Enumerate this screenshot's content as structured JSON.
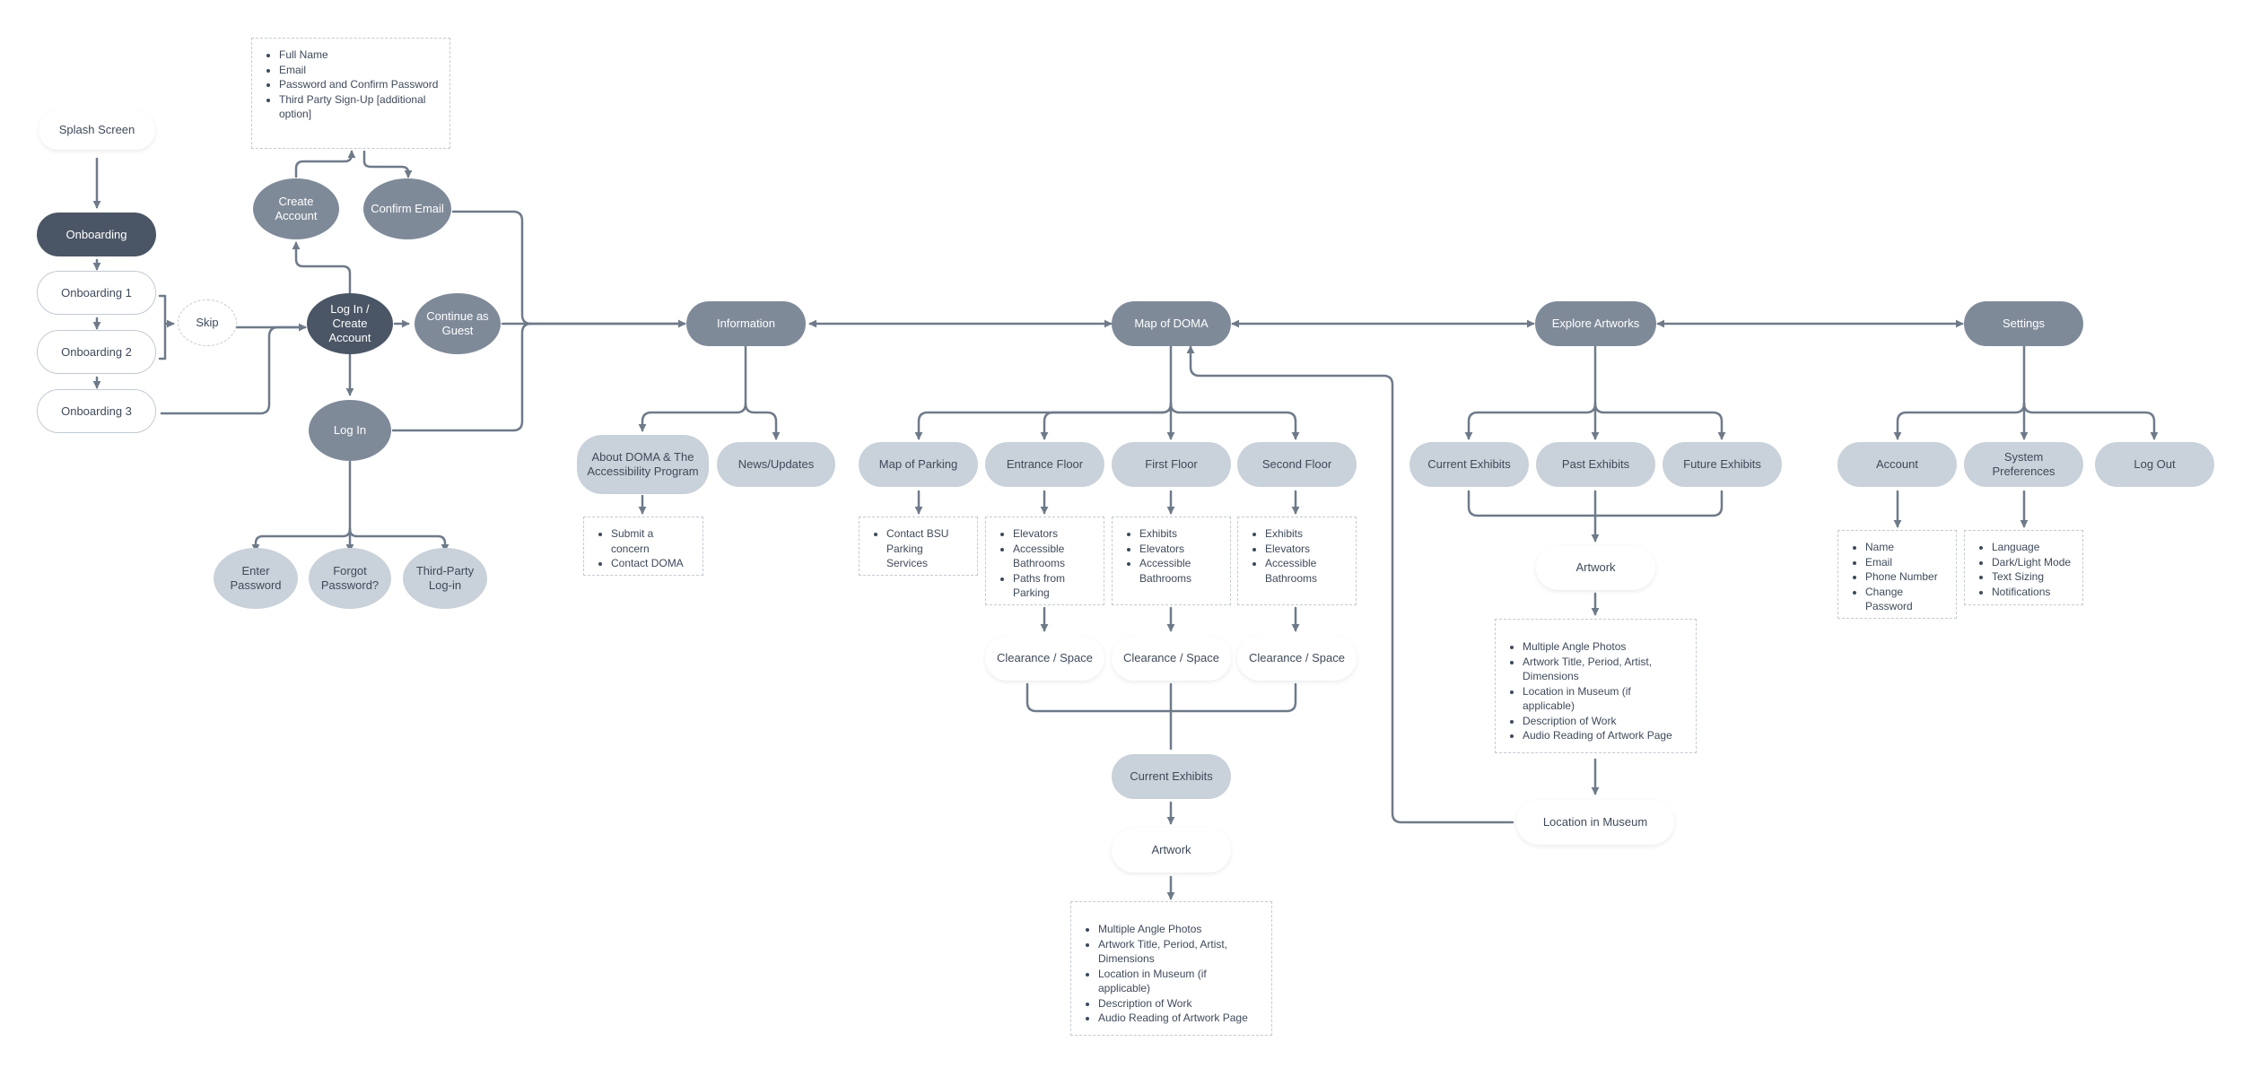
{
  "colors": {
    "dark": "#4a5565",
    "mid": "#7f8a99",
    "light": "#c9d1da",
    "line": "#6f7a89",
    "note_border": "#c3cad3"
  },
  "nodes": {
    "splash": "Splash Screen",
    "onboarding": "Onboarding",
    "onboarding1": "Onboarding 1",
    "onboarding2": "Onboarding 2",
    "onboarding3": "Onboarding 3",
    "skip": "Skip",
    "login_create": "Log In /\nCreate\nAccount",
    "create_account": "Create\nAccount",
    "confirm_email": "Confirm Email",
    "continue_guest": "Continue as\nGuest",
    "log_in": "Log In",
    "enter_password": "Enter\nPassword",
    "forgot_password": "Forgot\nPassword?",
    "third_party": "Third-Party\nLog-in",
    "information": "Information",
    "map_of_doma": "Map of DOMA",
    "explore_artworks": "Explore Artworks",
    "settings": "Settings",
    "about_doma": "About DOMA & The\nAccessibility Program",
    "news_updates": "News/Updates",
    "map_of_parking": "Map of Parking",
    "entrance_floor": "Entrance Floor",
    "first_floor": "First Floor",
    "second_floor": "Second Floor",
    "clearance1": "Clearance / Space",
    "clearance2": "Clearance / Space",
    "clearance3": "Clearance / Space",
    "current_exhibits_map": "Current Exhibits",
    "artwork_map": "Artwork",
    "current_exhibits": "Current Exhibits",
    "past_exhibits": "Past Exhibits",
    "future_exhibits": "Future Exhibits",
    "artwork_explore": "Artwork",
    "location_in_museum": "Location in Museum",
    "account": "Account",
    "system_preferences": "System Preferences",
    "log_out": "Log Out"
  },
  "notes": {
    "signup": [
      "Full Name",
      "Email",
      "Password and Confirm Password",
      "Third Party Sign-Up [additional option]"
    ],
    "about": [
      "Submit a concern",
      "Contact DOMA"
    ],
    "parking": [
      "Contact BSU Parking Services"
    ],
    "entrance": [
      "Elevators",
      "Accessible Bathrooms",
      "Paths from Parking"
    ],
    "first": [
      "Exhibits",
      "Elevators",
      "Accessible Bathrooms"
    ],
    "second": [
      "Exhibits",
      "Elevators",
      "Accessible Bathrooms"
    ],
    "artwork_details_map": [
      "Multiple Angle Photos",
      "Artwork Title, Period, Artist, Dimensions",
      "Location in Museum (if applicable)",
      "Description of Work",
      "Audio Reading of Artwork Page"
    ],
    "artwork_details_explore": [
      "Multiple Angle Photos",
      "Artwork Title, Period, Artist, Dimensions",
      "Location in Museum (if applicable)",
      "Description of Work",
      "Audio Reading of Artwork Page"
    ],
    "account": [
      "Name",
      "Email",
      "Phone Number",
      "Change Password"
    ],
    "preferences": [
      "Language",
      "Dark/Light Mode",
      "Text Sizing",
      "Notifications"
    ]
  }
}
